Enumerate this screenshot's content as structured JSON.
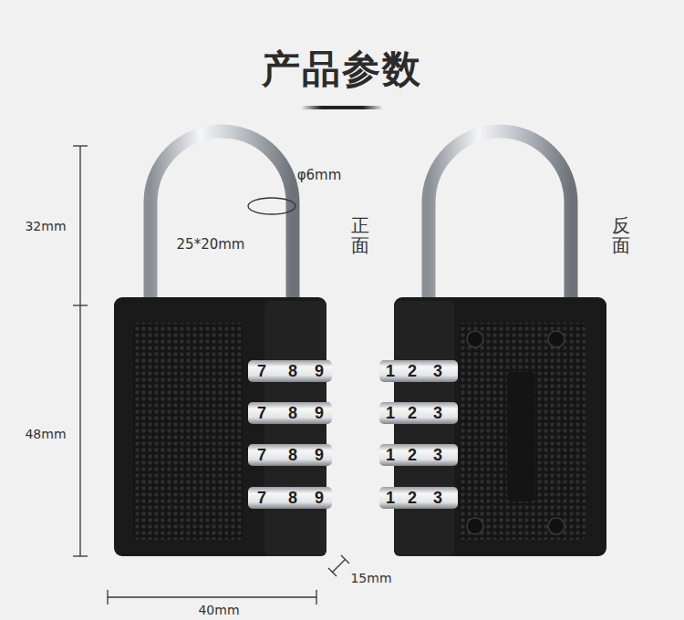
{
  "diagram": {
    "title": "产品参数",
    "labels": [
      "32mm",
      "48mm",
      "40mm",
      "15mm",
      "φ6mm",
      "25*20mm",
      "正面",
      "反面",
      "7",
      "8",
      "9",
      "7",
      "8",
      "9",
      "7",
      "8",
      "9",
      "7",
      "8",
      "9",
      "1",
      "2",
      "3",
      "1",
      "2",
      "3",
      "1",
      "2",
      "3",
      "1",
      "2",
      "3"
    ]
  }
}
